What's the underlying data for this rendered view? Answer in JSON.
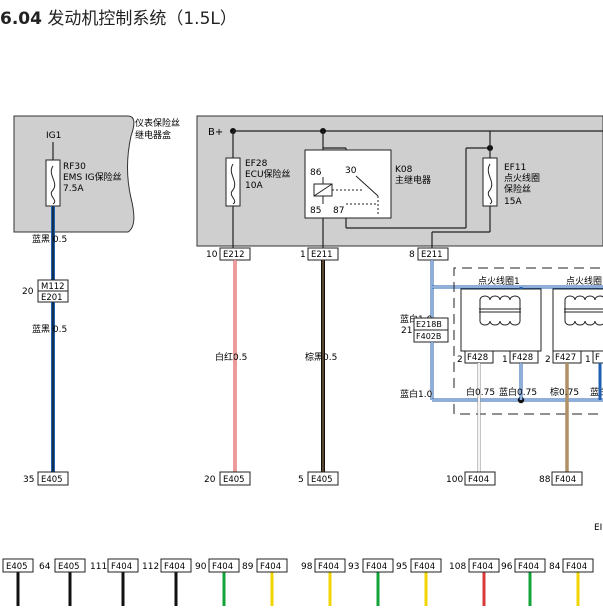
{
  "title": {
    "number": "6.04",
    "text": "发动机控制系统（1.5L）"
  },
  "fuse_box": {
    "label_line1": "仪表保险丝",
    "label_line2": "继电器盒",
    "ig1": "IG1",
    "rf30": {
      "code": "RF30",
      "desc": "EMS IG保险丝",
      "rating": "7.5A"
    }
  },
  "ecu_box": {
    "bplus": "B+",
    "ef28": {
      "code": "EF28",
      "desc": "ECU保险丝",
      "rating": "10A"
    },
    "k08": {
      "code": "K08",
      "desc": "主继电器",
      "pins": [
        "86",
        "30",
        "85",
        "87"
      ]
    },
    "ef11": {
      "code": "EF11",
      "desc1": "点火线圈",
      "desc2": "保险丝",
      "rating": "15A"
    }
  },
  "coils": {
    "coil1": "点火线圈1",
    "coil2": "点火线圈"
  },
  "connectors": {
    "m112": {
      "pin": "20",
      "top": "M112",
      "bottom": "E201"
    },
    "e212": {
      "pin": "10",
      "code": "E212"
    },
    "e211a": {
      "pin": "1",
      "code": "E211"
    },
    "e211b": {
      "pin": "8",
      "code": "E211"
    },
    "e218": {
      "pin": "21",
      "top": "E218B",
      "bottom": "F402B"
    },
    "coil1_left": {
      "pin": "2",
      "code": "F428"
    },
    "coil1_right": {
      "pin": "1",
      "code": "F428"
    },
    "coil2_left": {
      "pin": "2",
      "code": "F427"
    },
    "coil2_right": {
      "pin": "1",
      "code": "F"
    },
    "bottom_row1": [
      {
        "pin": "35",
        "code": "E405"
      },
      {
        "pin": "20",
        "code": "E405"
      },
      {
        "pin": "5",
        "code": "E405"
      },
      {
        "pin": "100",
        "code": "F404"
      },
      {
        "pin": "88",
        "code": "F404"
      }
    ],
    "bottom_row2": [
      {
        "pin": "",
        "code": "E405"
      },
      {
        "pin": "64",
        "code": "E405"
      },
      {
        "pin": "111",
        "code": "F404"
      },
      {
        "pin": "112",
        "code": "F404"
      },
      {
        "pin": "90",
        "code": "F404"
      },
      {
        "pin": "89",
        "code": "F404"
      },
      {
        "pin": "98",
        "code": "F404"
      },
      {
        "pin": "93",
        "code": "F404"
      },
      {
        "pin": "95",
        "code": "F404"
      },
      {
        "pin": "108",
        "code": "F404"
      },
      {
        "pin": "96",
        "code": "F404"
      },
      {
        "pin": "84",
        "code": "F404"
      }
    ]
  },
  "wires": {
    "blue_black_1": "蓝黑 0.5",
    "blue_black_2": "蓝黑 0.5",
    "white_red": "白红0.5",
    "brown_black": "棕黑0.5",
    "blue_white_1": "蓝白1.0",
    "blue_white_2": "蓝白1.0",
    "white_075": "白0.75",
    "blue_white_075": "蓝白0.75",
    "brown_075": "棕0.75",
    "blue_white_cut": "蓝白"
  },
  "ecu_partial": "EI",
  "colors": {
    "blue": "#1f5fb0",
    "red": "#d83a3a",
    "brown": "#9a7a4e",
    "green": "#12a33a",
    "yellow": "#f2d400",
    "box_gray": "#cfcfcf"
  }
}
